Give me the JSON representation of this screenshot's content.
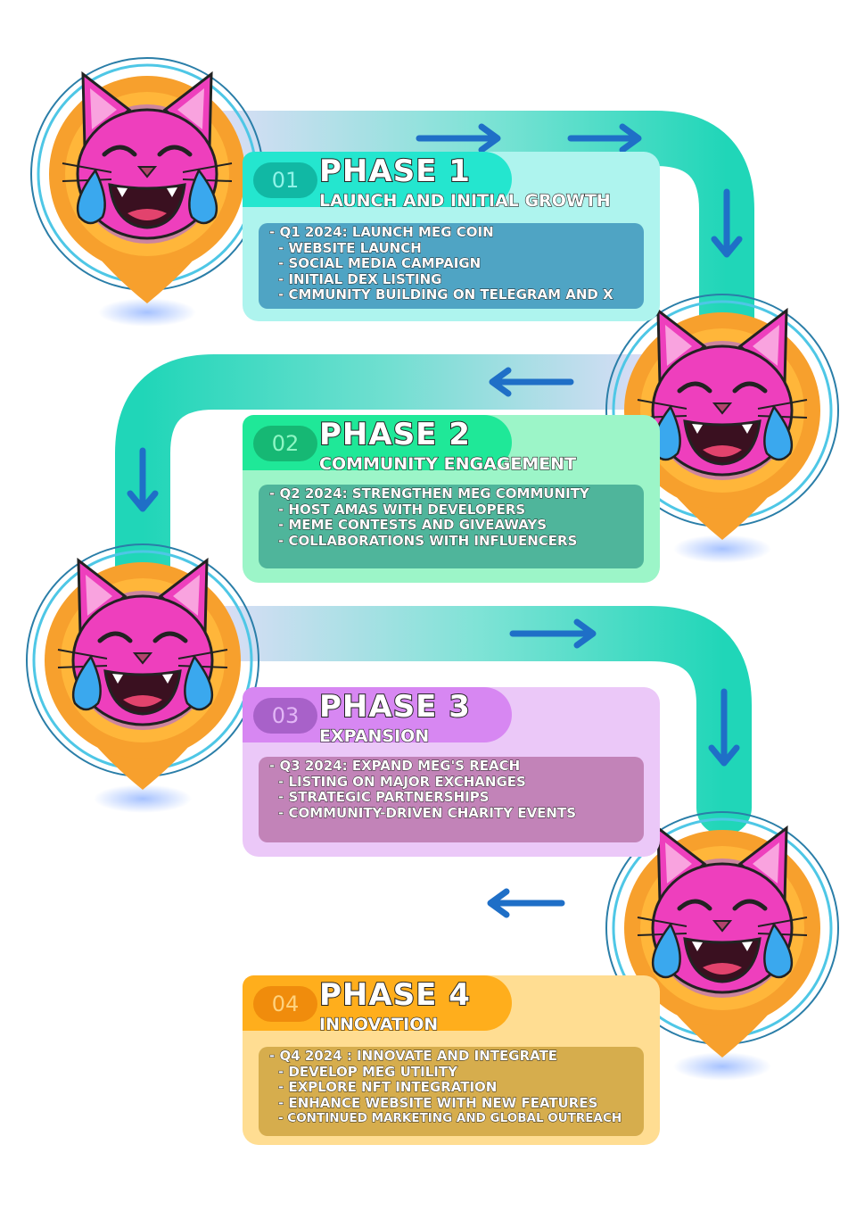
{
  "colors": {
    "track": "#20d6b8",
    "pin_orange": "#f7a02d",
    "pin_ring": "#2a7ea8",
    "cat_pink": "#ee3fbd",
    "tear_blue": "#3aa8ee",
    "arrow_blue": "#1f6fc7"
  },
  "phases": [
    {
      "number": "01",
      "title": "PHASE 1",
      "subtitle": "LAUNCH AND INITIAL GROWTH",
      "items": [
        "- Q1 2024: LAUNCH MEG COIN",
        "- WEBSITE LAUNCH",
        "- SOCIAL MEDIA CAMPAIGN",
        "- INITIAL DEX LISTING",
        "- CMMUNITY BUILDING ON TELEGRAM AND X"
      ],
      "card_color": "#aef4ee",
      "tab_color": "#24e6cf",
      "num_color": "#11b8a4",
      "num_text_color": "#8ff3e8",
      "box_color": "#4fa4c4"
    },
    {
      "number": "02",
      "title": "PHASE 2",
      "subtitle": "COMMUNITY ENGAGEMENT",
      "items": [
        "- Q2 2024: STRENGTHEN MEG COMMUNITY",
        "- HOST AMAS WITH DEVELOPERS",
        "- MEME CONTESTS AND GIVEAWAYS",
        "- COLLABORATIONS WITH INFLUENCERS"
      ],
      "card_color": "#9cf5c8",
      "tab_color": "#1fe898",
      "num_color": "#16b874",
      "num_text_color": "#8ef6c4",
      "box_color": "#4fb59b"
    },
    {
      "number": "03",
      "title": "PHASE 3",
      "subtitle": "EXPANSION",
      "items": [
        "- Q3 2024: EXPAND MEG'S REACH",
        "- LISTING ON MAJOR EXCHANGES",
        "- STRATEGIC PARTNERSHIPS",
        "- COMMUNITY-DRIVEN CHARITY EVENTS"
      ],
      "card_color": "#ebc8f8",
      "tab_color": "#d787f2",
      "num_color": "#a861c9",
      "num_text_color": "#e2b6f6",
      "box_color": "#c283b8"
    },
    {
      "number": "04",
      "title": "PHASE 4",
      "subtitle": "INNOVATION",
      "items": [
        "- Q4 2024 : INNOVATE AND INTEGRATE",
        "- DEVELOP MEG UTILITY",
        "- EXPLORE NFT INTEGRATION",
        "- ENHANCE WEBSITE WITH NEW FEATURES",
        "- CONTINUED MARKETING AND GLOBAL OUTREACH"
      ],
      "card_color": "#ffdd92",
      "tab_color": "#ffae1c",
      "num_color": "#f08c0c",
      "num_text_color": "#ffd27d",
      "box_color": "#d6ad4d"
    }
  ]
}
